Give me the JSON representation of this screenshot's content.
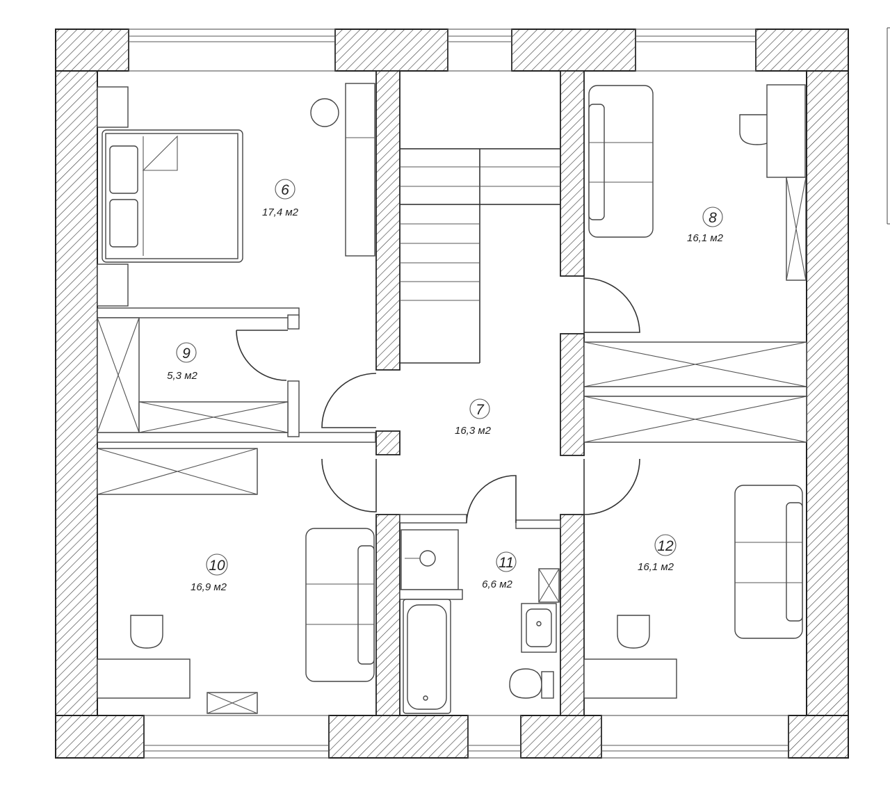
{
  "rooms": [
    {
      "id": "room-6",
      "number": "6",
      "area": "17,4 м2"
    },
    {
      "id": "room-7",
      "number": "7",
      "area": "16,3 м2"
    },
    {
      "id": "room-8",
      "number": "8",
      "area": "16,1 м2"
    },
    {
      "id": "room-9",
      "number": "9",
      "area": "5,3 м2"
    },
    {
      "id": "room-10",
      "number": "10",
      "area": "16,9 м2"
    },
    {
      "id": "room-11",
      "number": "11",
      "area": "6,6 м2"
    },
    {
      "id": "room-12",
      "number": "12",
      "area": "16,1 м2"
    }
  ]
}
